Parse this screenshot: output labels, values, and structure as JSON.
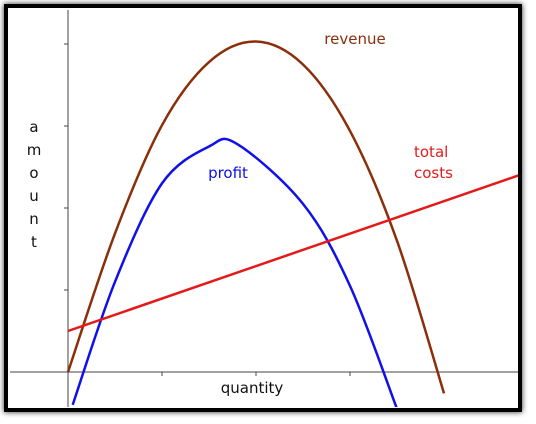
{
  "chart_data": {
    "type": "line",
    "title": "",
    "xlabel": "quantity",
    "ylabel": "amount",
    "xlim": [
      0,
      4.8
    ],
    "ylim": [
      -0.4,
      4.4
    ],
    "x_ticks": [
      1,
      2,
      3
    ],
    "y_ticks": [
      1,
      2,
      3,
      4
    ],
    "grid": false,
    "series": [
      {
        "name": "revenue",
        "color": "#8a2f0a",
        "x": [
          0,
          0.5,
          1,
          1.5,
          2,
          2.5,
          3,
          3.5,
          4
        ],
        "y": [
          0,
          1.69,
          3.01,
          3.78,
          4.03,
          3.75,
          2.94,
          1.6,
          -0.26
        ]
      },
      {
        "name": "profit",
        "color": "#1010e8",
        "x": [
          0.05,
          0.5,
          1,
          1.5,
          1.8,
          2.5,
          3,
          3.5
        ],
        "y": [
          -0.4,
          1.1,
          2.3,
          2.75,
          2.78,
          2.05,
          1.05,
          -0.45
        ]
      },
      {
        "name": "total costs",
        "color": "#e41a1a",
        "x": [
          0,
          4.8
        ],
        "y": [
          0.5,
          2.4
        ]
      }
    ],
    "labels": {
      "revenue": "revenue",
      "profit": "profit",
      "total_line1": "total",
      "total_line2": "costs"
    },
    "ylabel_letters": [
      "a",
      "m",
      "o",
      "u",
      "n",
      "t"
    ]
  }
}
